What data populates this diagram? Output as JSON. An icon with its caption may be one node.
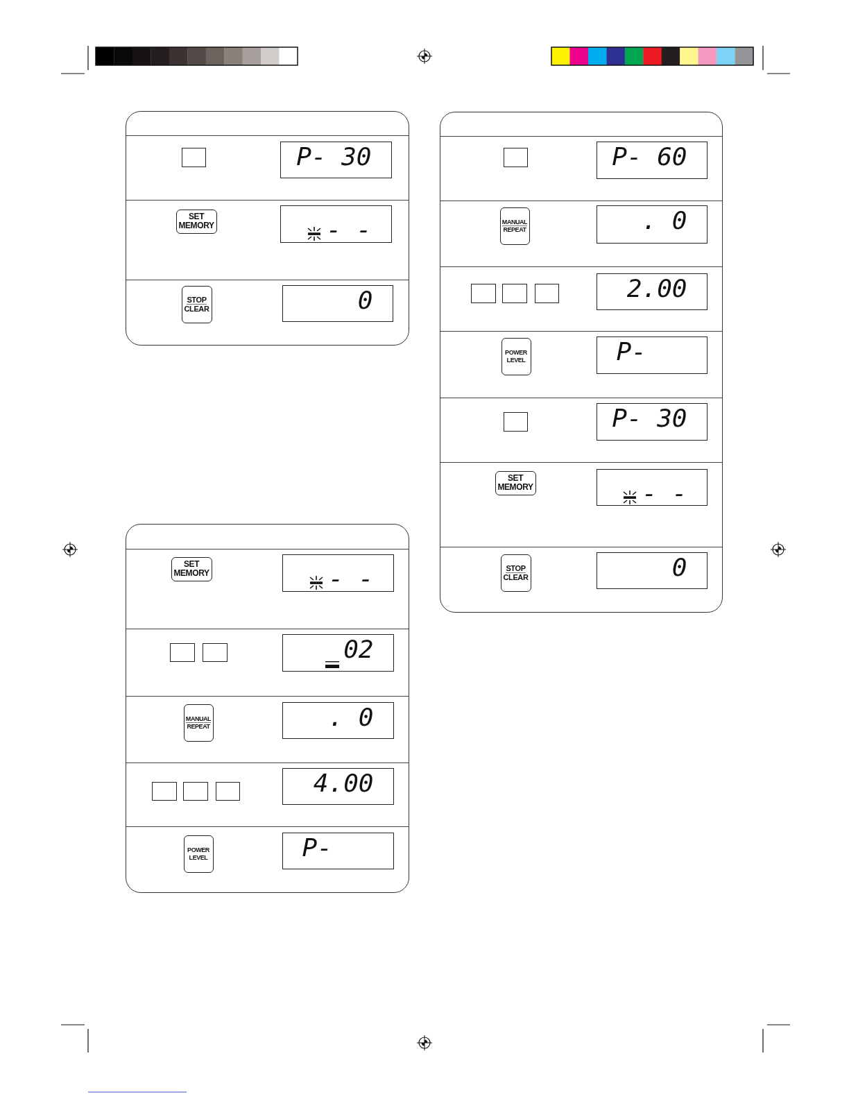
{
  "diagram": {
    "nodes": [
      {
        "text": [],
        "shape": "box"
      },
      {
        "text": [],
        "shape": "box",
        "in": 0
      },
      {
        "text": [
          "P- 30"
        ],
        "in": 0
      },
      {
        "text": [
          "SET MEMORY"
        ],
        "in": 0
      },
      {
        "text": [
          "- -"
        ],
        "in": 0
      },
      {
        "text": [
          "STOP",
          "CLEAR"
        ],
        "in": 0
      },
      {
        "text": [
          "0"
        ],
        "in": 0
      },
      {
        "text": [],
        "shape": "box"
      },
      {
        "text": [
          "SET MEMORY"
        ],
        "in": 7
      },
      {
        "text": [
          "- -"
        ],
        "in": 7
      },
      {
        "text": [],
        "shape": "box",
        "in": 7
      },
      {
        "text": [],
        "shape": "box",
        "in": 7
      },
      {
        "text": [
          "02"
        ],
        "in": 7
      },
      {
        "text": [
          "MANUAL",
          "REPEAT"
        ],
        "in": 7
      },
      {
        "text": [
          ". 0"
        ],
        "in": 7
      },
      {
        "text": [],
        "shape": "box",
        "in": 7
      },
      {
        "text": [],
        "shape": "box",
        "in": 7
      },
      {
        "text": [],
        "shape": "box",
        "in": 7
      },
      {
        "text": [
          "4.00"
        ],
        "in": 7
      },
      {
        "text": [
          "POWER LEVEL"
        ],
        "in": 7
      },
      {
        "text": [
          "P-"
        ],
        "in": 7
      },
      {
        "text": [],
        "shape": "box"
      },
      {
        "text": [],
        "shape": "box",
        "in": 21
      },
      {
        "text": [
          "P- 60"
        ],
        "in": 21
      },
      {
        "text": [
          "MANUAL",
          "REPEAT"
        ],
        "in": 21
      },
      {
        "text": [
          ". 0"
        ],
        "in": 21
      },
      {
        "text": [],
        "shape": "box",
        "in": 21
      },
      {
        "text": [],
        "shape": "box",
        "in": 21
      },
      {
        "text": [],
        "shape": "box",
        "in": 21
      },
      {
        "text": [
          "2.00"
        ],
        "in": 21
      },
      {
        "text": [
          "POWER LEVEL"
        ],
        "in": 21
      },
      {
        "text": [
          "P-"
        ],
        "in": 21
      },
      {
        "text": [],
        "shape": "box",
        "in": 21
      },
      {
        "text": [
          "P- 30"
        ],
        "in": 21
      },
      {
        "text": [
          "SET MEMORY"
        ],
        "in": 21
      },
      {
        "text": [
          "- -"
        ],
        "in": 21
      },
      {
        "text": [
          "STOP",
          "CLEAR"
        ],
        "in": 21
      },
      {
        "text": [
          "0"
        ],
        "in": 21
      }
    ]
  }
}
